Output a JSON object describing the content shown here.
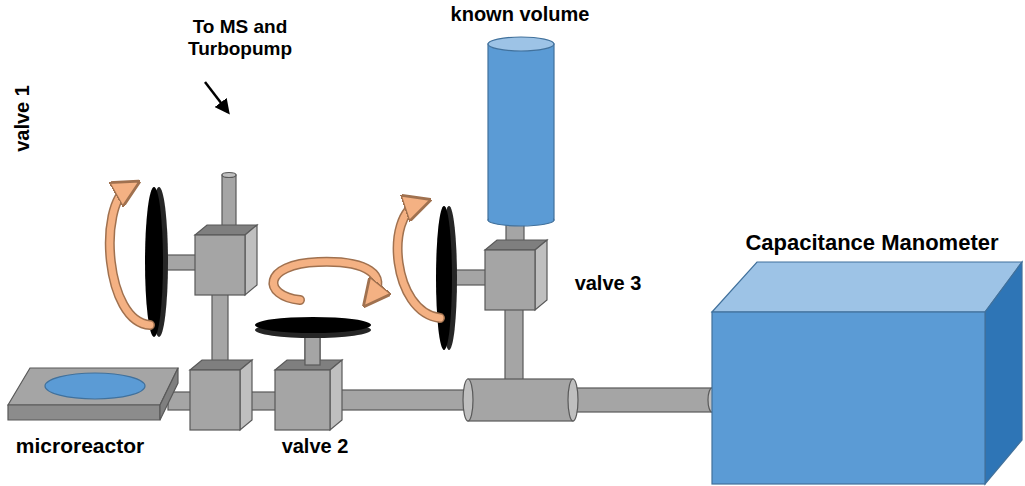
{
  "diagram": {
    "labels": [
      "known volume",
      "To MS and Turbopump",
      "Capacitance Manometer",
      "valve 1",
      "valve 3",
      "microreactor",
      "valve 2"
    ]
  }
}
